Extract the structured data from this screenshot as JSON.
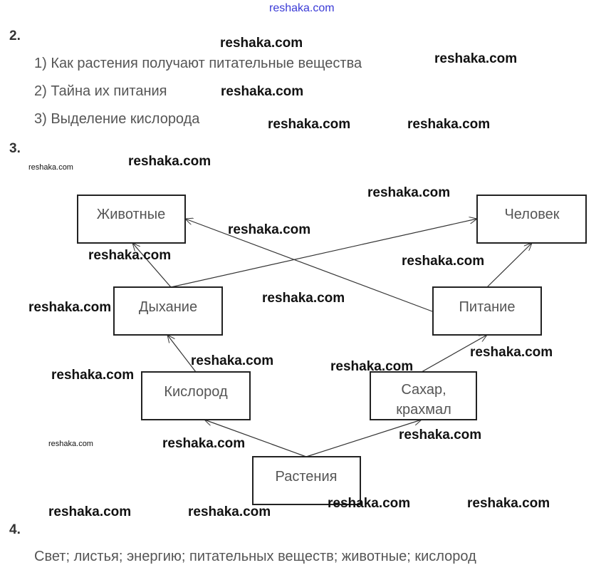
{
  "header_watermark": "reshaka.com",
  "sections": [
    {
      "number": "2.",
      "lines": [
        "1) Как растения получают питательные вещества",
        "2) Тайна их питания",
        "3) Выделение кислорода"
      ]
    },
    {
      "number": "3."
    },
    {
      "number": "4.",
      "lines": [
        "Свет; листья; энергию; питательных веществ; животные; кислород"
      ]
    }
  ],
  "diagram": {
    "nodes": {
      "animals": "Животные",
      "human": "Человек",
      "breathing": "Дыхание",
      "nutrition": "Питание",
      "oxygen": "Кислород",
      "sugar_line1": "Сахар,",
      "sugar_line2": "крахмал",
      "plants": "Растения"
    }
  },
  "watermark": "reshaka.com"
}
